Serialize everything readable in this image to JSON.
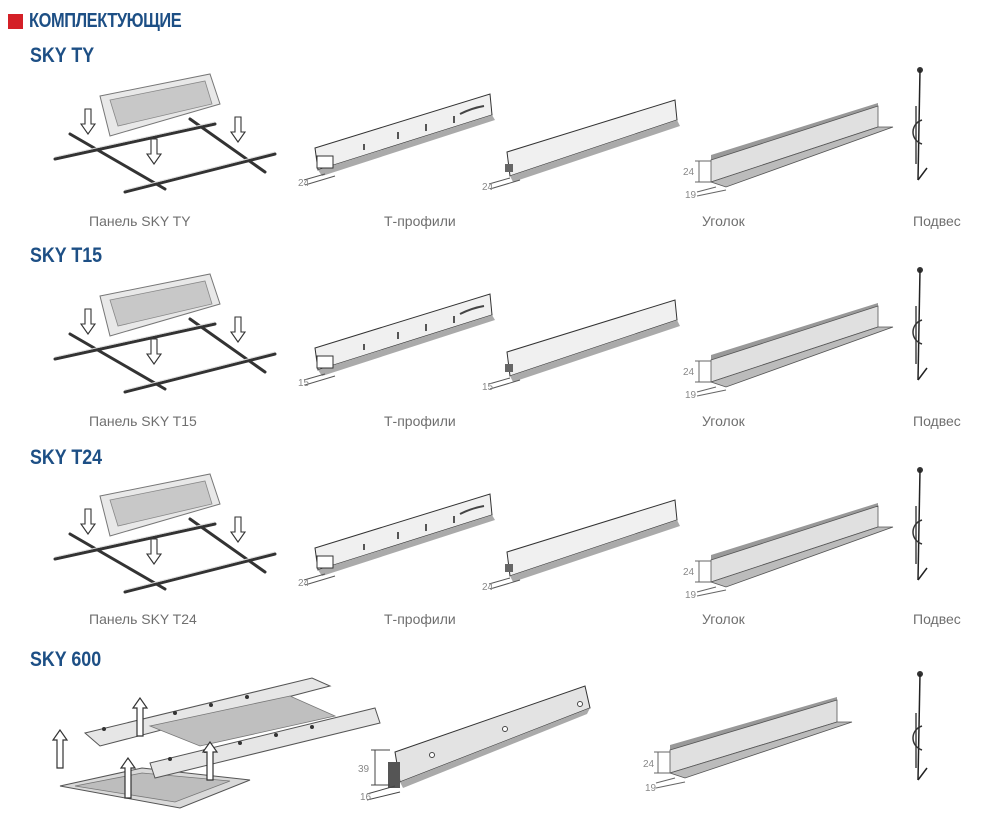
{
  "header": {
    "title": "КОМПЛЕКТУЮЩИЕ",
    "accent_color": "#d42027",
    "title_color": "#1d4f85"
  },
  "sections": [
    {
      "title": "SKY TY",
      "captions": {
        "panel": "Панель SKY TY",
        "profiles": "Т-профили",
        "angle": "Уголок",
        "hanger": "Подвес"
      },
      "dims": {
        "profile_main": "24",
        "profile_cross": "24",
        "angle_h": "24",
        "angle_w": "19"
      }
    },
    {
      "title": "SKY T15",
      "captions": {
        "panel": "Панель SKY T15",
        "profiles": "Т-профили",
        "angle": "Уголок",
        "hanger": "Подвес"
      },
      "dims": {
        "profile_main": "15",
        "profile_cross": "15",
        "angle_h": "24",
        "angle_w": "19"
      }
    },
    {
      "title": "SKY T24",
      "captions": {
        "panel": "Панель SKY T24",
        "profiles": "Т-профили",
        "angle": "Уголок",
        "hanger": "Подвес"
      },
      "dims": {
        "profile_main": "24",
        "profile_cross": "24",
        "angle_h": "24",
        "angle_w": "19"
      }
    },
    {
      "title": "SKY 600",
      "dims": {
        "rail_h": "39",
        "rail_w": "16",
        "angle_h": "24",
        "angle_w": "19"
      }
    }
  ]
}
